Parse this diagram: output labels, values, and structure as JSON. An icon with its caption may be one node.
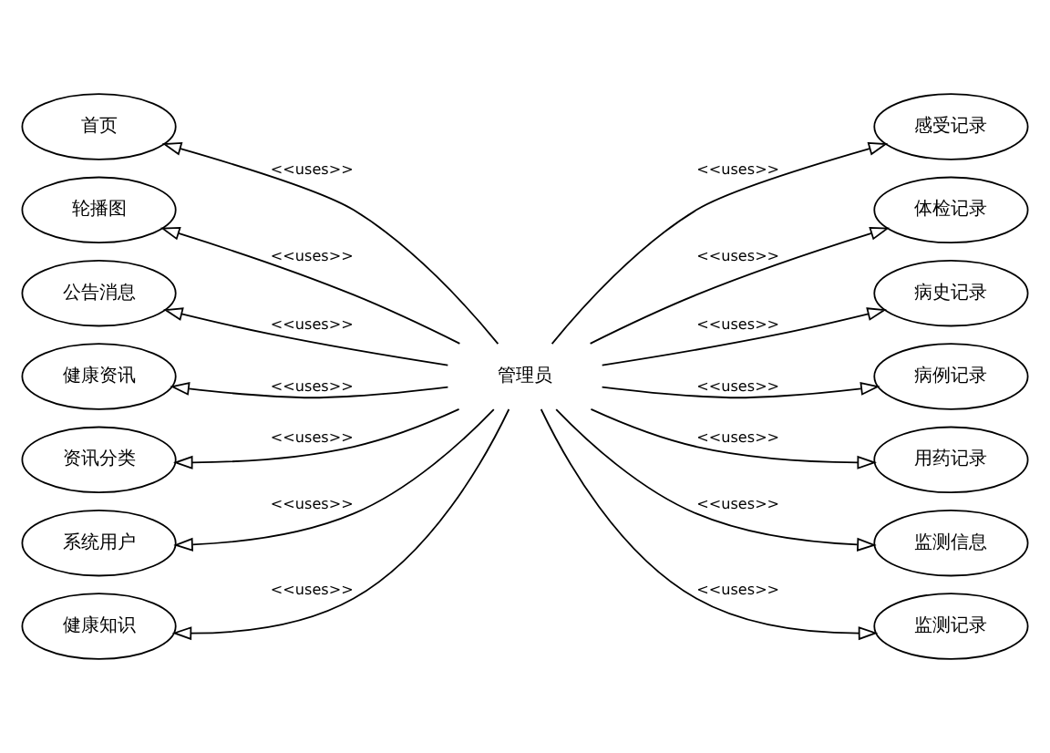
{
  "diagram": {
    "nodes": [
      {
        "text": [
          "管理员"
        ]
      },
      {
        "text": [
          "首页"
        ]
      },
      {
        "text": [
          "轮播图"
        ]
      },
      {
        "text": [
          "公告消息"
        ]
      },
      {
        "text": [
          "健康资讯"
        ]
      },
      {
        "text": [
          "资讯分类"
        ]
      },
      {
        "text": [
          "系统用户"
        ]
      },
      {
        "text": [
          "健康知识"
        ]
      },
      {
        "text": [
          "感受记录"
        ]
      },
      {
        "text": [
          "体检记录"
        ]
      },
      {
        "text": [
          "病史记录"
        ]
      },
      {
        "text": [
          "病例记录"
        ]
      },
      {
        "text": [
          "用药记录"
        ]
      },
      {
        "text": [
          "监测信息"
        ]
      },
      {
        "text": [
          "监测记录"
        ]
      }
    ],
    "edges": [
      {
        "from": 0,
        "to": 1,
        "arrow": "to",
        "label": "<<uses>>"
      },
      {
        "from": 0,
        "to": 2,
        "arrow": "to",
        "label": "<<uses>>"
      },
      {
        "from": 0,
        "to": 3,
        "arrow": "to",
        "label": "<<uses>>"
      },
      {
        "from": 0,
        "to": 4,
        "arrow": "to",
        "label": "<<uses>>"
      },
      {
        "from": 0,
        "to": 5,
        "arrow": "to",
        "label": "<<uses>>"
      },
      {
        "from": 0,
        "to": 6,
        "arrow": "to",
        "label": "<<uses>>"
      },
      {
        "from": 0,
        "to": 7,
        "arrow": "to",
        "label": "<<uses>>"
      },
      {
        "from": 0,
        "to": 8,
        "arrow": "to",
        "label": "<<uses>>"
      },
      {
        "from": 0,
        "to": 9,
        "arrow": "to",
        "label": "<<uses>>"
      },
      {
        "from": 0,
        "to": 10,
        "arrow": "to",
        "label": "<<uses>>"
      },
      {
        "from": 0,
        "to": 11,
        "arrow": "to",
        "label": "<<uses>>"
      },
      {
        "from": 0,
        "to": 12,
        "arrow": "to",
        "label": "<<uses>>"
      },
      {
        "from": 0,
        "to": 13,
        "arrow": "to",
        "label": "<<uses>>"
      },
      {
        "from": 0,
        "to": 14,
        "arrow": "to",
        "label": "<<uses>>"
      }
    ]
  }
}
